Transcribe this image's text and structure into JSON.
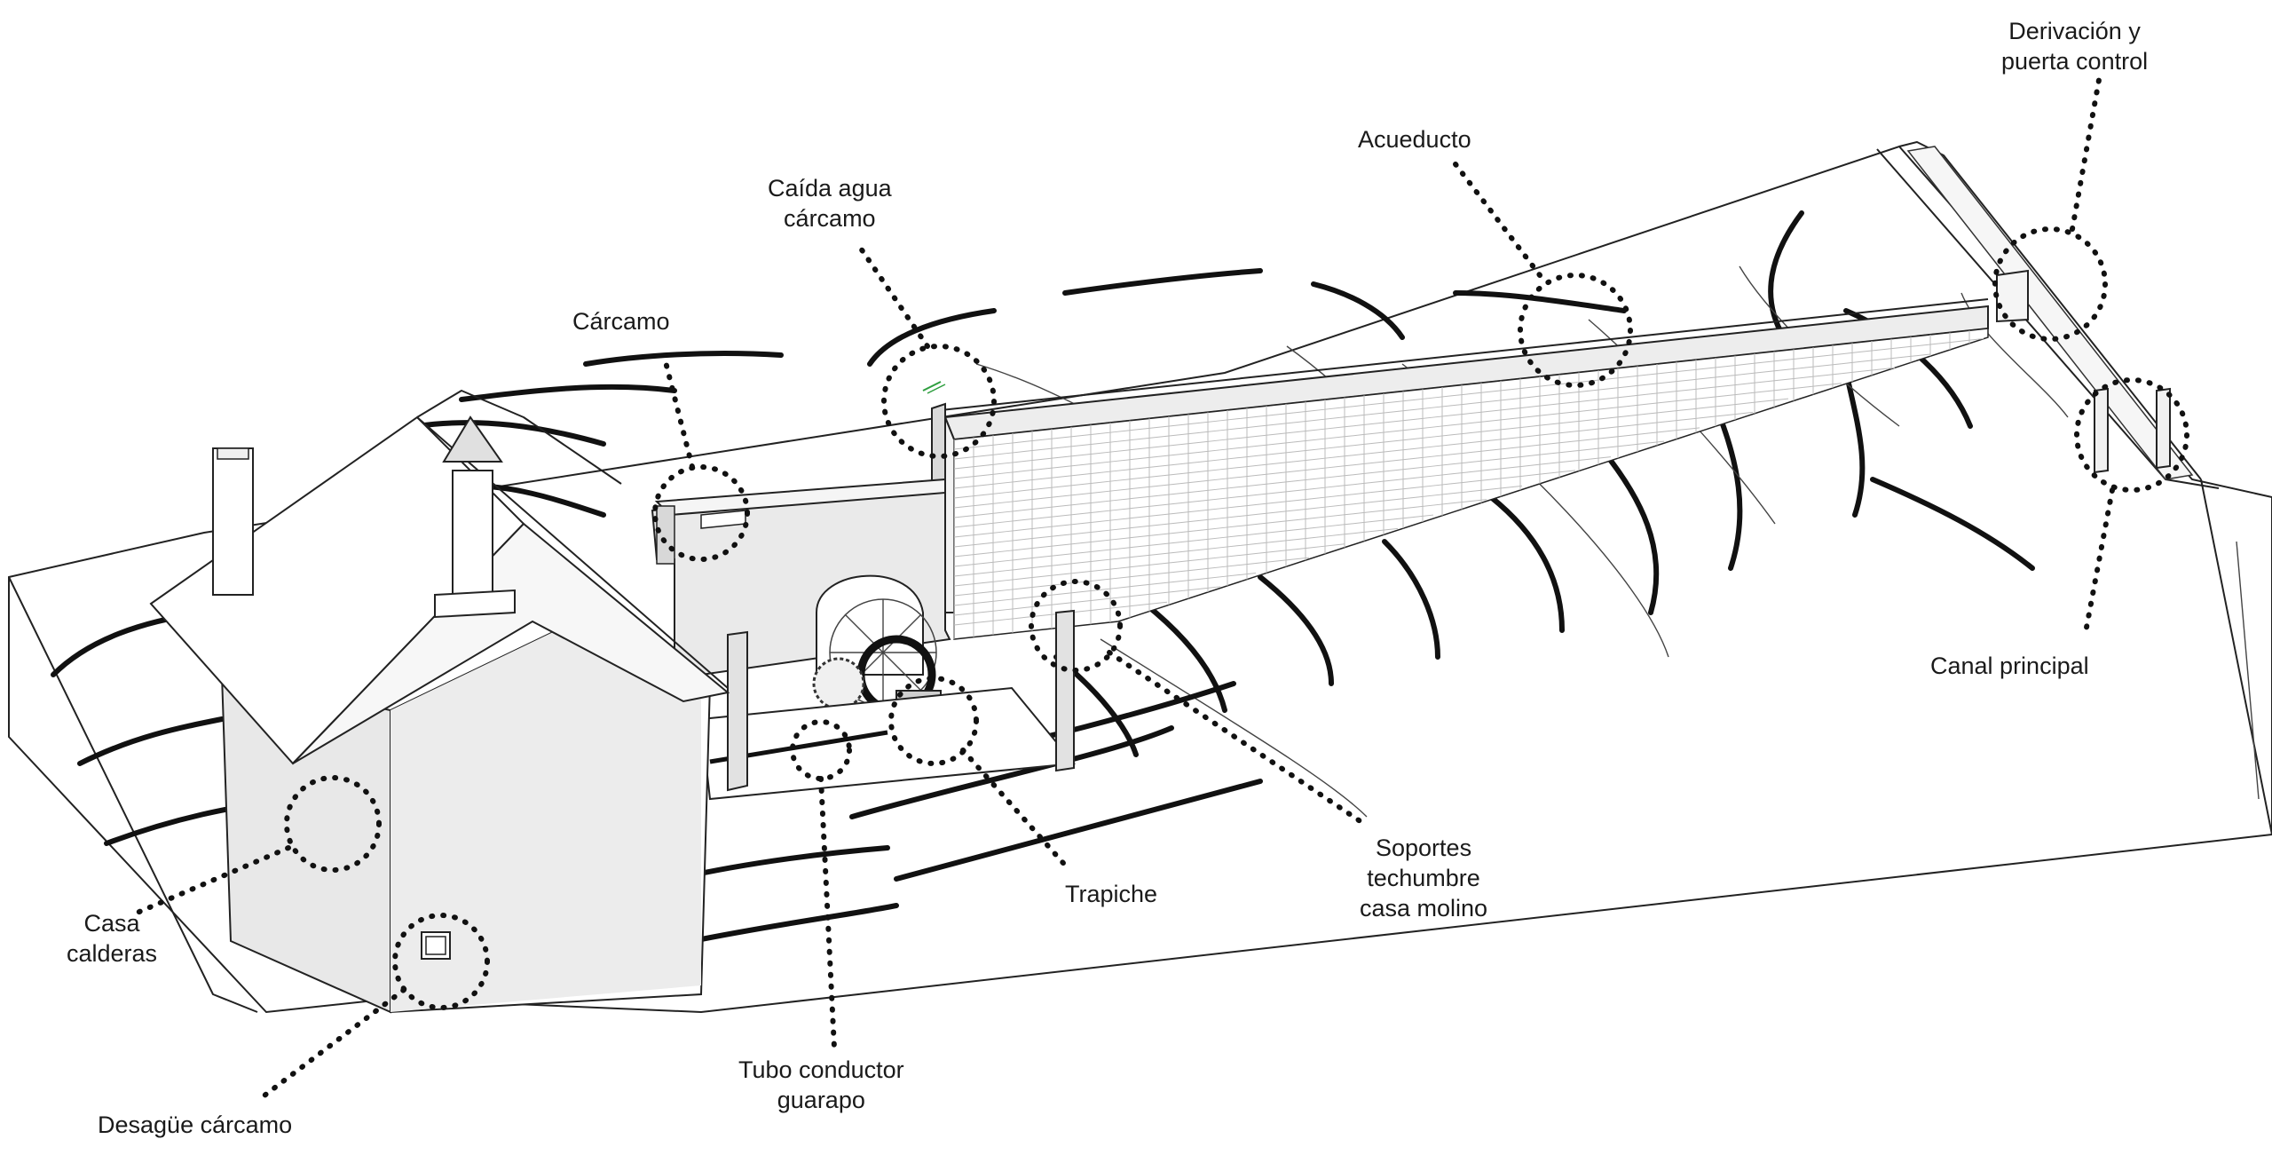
{
  "labels": {
    "derivacion": [
      "Derivación y",
      "puerta control"
    ],
    "acueducto": [
      "Acueducto"
    ],
    "caida": [
      "Caída agua",
      "cárcamo"
    ],
    "carcamo": [
      "Cárcamo"
    ],
    "canal": [
      "Canal principal"
    ],
    "soportes": [
      "Soportes",
      "techumbre",
      "casa molino"
    ],
    "trapiche": [
      "Trapiche"
    ],
    "casa": [
      "Casa",
      "calderas"
    ],
    "tubo": [
      "Tubo conductor",
      "guarapo"
    ],
    "desague": [
      "Desagüe cárcamo"
    ]
  },
  "colors": {
    "line": "#222222",
    "callout": "#111111",
    "fill_light": "#f4f4f4",
    "fill_mid": "#e6e6e6",
    "accent": "#2e9e3e"
  }
}
